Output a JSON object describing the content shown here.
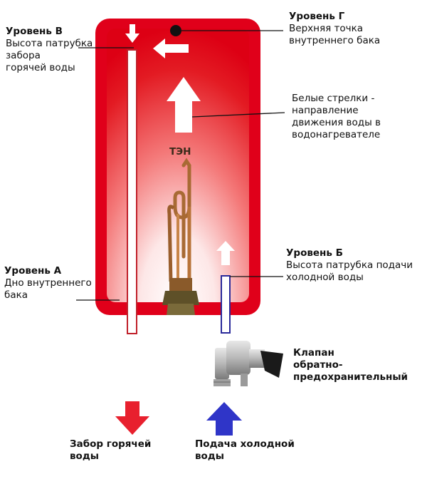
{
  "labels": {
    "level_v": {
      "title": "Уровень В",
      "lines": [
        "Высота патрубка",
        "забора",
        "горячей воды"
      ]
    },
    "level_g": {
      "title": "Уровень Г",
      "lines": [
        "Верхняя точка",
        "внутреннего бака"
      ]
    },
    "arrows_note": {
      "lines": [
        "Белые стрелки -",
        "направление",
        "движения воды в",
        "водонагревателе"
      ]
    },
    "heater": "ТЭН",
    "level_a": {
      "title": "Уровень А",
      "lines": [
        "Дно внутреннего",
        "бака"
      ]
    },
    "level_b": {
      "title": "Уровень Б",
      "lines": [
        "Высота патрубка подачи",
        "холодной воды"
      ]
    },
    "valve": {
      "lines": [
        "Клапан",
        "обратно-",
        "предохранительный"
      ]
    },
    "hot_out": {
      "lines": [
        "Забор горячей",
        "воды"
      ]
    },
    "cold_in": {
      "lines": [
        "Подача холодной",
        "воды"
      ]
    }
  },
  "colors": {
    "tank_red": "#e0001a",
    "hot_pipe": "#c0202a",
    "cold_pipe": "#2a2a9a",
    "hot_arrow": "#e8202e",
    "cold_arrow": "#2f35c8",
    "copper": "#b8743a",
    "brass": "#7a6a3a"
  }
}
